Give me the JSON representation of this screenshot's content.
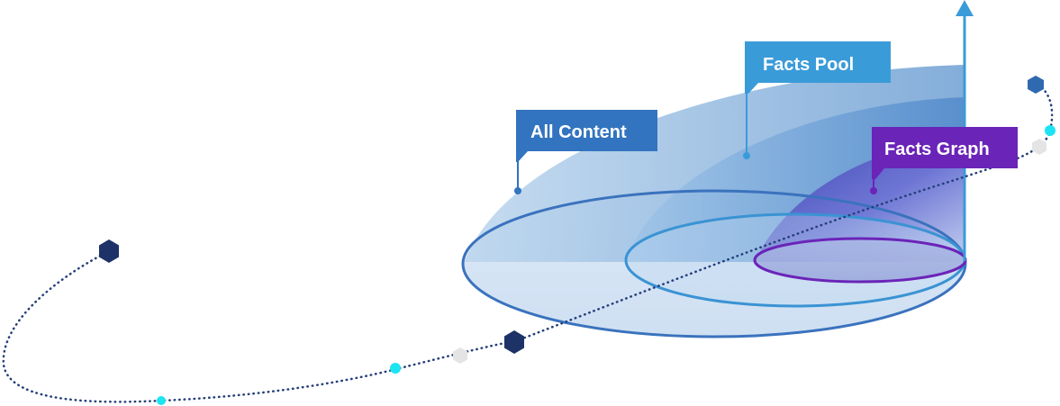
{
  "labels": {
    "all_content": "All Content",
    "facts_pool": "Facts Pool",
    "facts_graph": "Facts Graph"
  },
  "colors": {
    "all_content_tag": "#3274bf",
    "facts_pool_tag": "#3a9bd9",
    "facts_graph_tag": "#6a24b8",
    "axis": "#3a9bd9",
    "path_dots": "#253f7a",
    "hexagon": "#1d3266",
    "hexagon_light": "#2f69b0",
    "accent_dot": "#1de4f2",
    "grey_hexagon": "#e4e4e4"
  }
}
